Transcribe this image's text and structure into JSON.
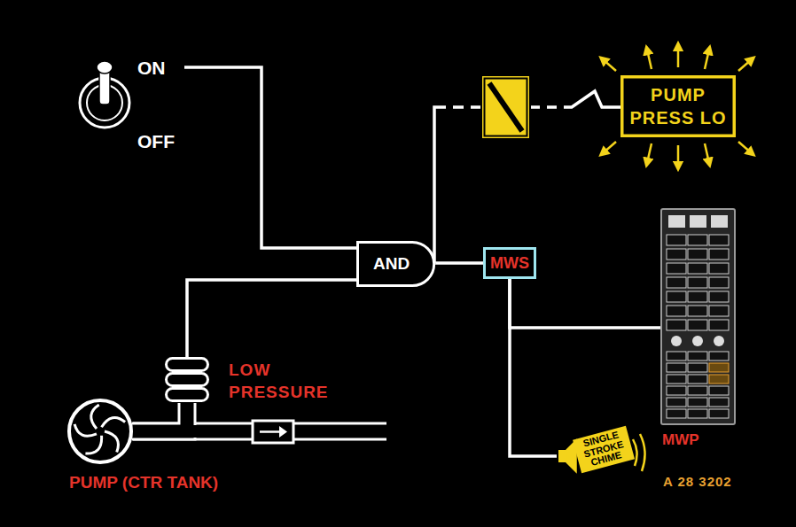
{
  "diagram": {
    "nodes": [
      {
        "text": [
          "ON",
          "OFF"
        ]
      },
      {
        "text": [
          "PUMP (CTR TANK)"
        ]
      },
      {
        "text": [
          "LOW PRESSURE"
        ]
      },
      {
        "text": [
          "AND"
        ]
      },
      {
        "text": [
          "PUMP PRESS LO"
        ]
      },
      {
        "text": [
          "MWS"
        ]
      },
      {
        "text": [
          "MWP"
        ]
      },
      {
        "text": [
          "SINGLE STROKE CHIME"
        ]
      }
    ],
    "edges": [
      {
        "from": 0,
        "to": 3,
        "arrow": "none"
      },
      {
        "from": 2,
        "to": 3,
        "arrow": "none"
      },
      {
        "from": 1,
        "to": 2,
        "arrow": "none"
      },
      {
        "from": 3,
        "to": 4,
        "arrow": "none"
      },
      {
        "from": 3,
        "to": 5,
        "arrow": "none"
      },
      {
        "from": 5,
        "to": 6,
        "arrow": "none"
      },
      {
        "from": 5,
        "to": 7,
        "arrow": "none"
      }
    ],
    "labels": [
      "A 28 3202"
    ]
  }
}
